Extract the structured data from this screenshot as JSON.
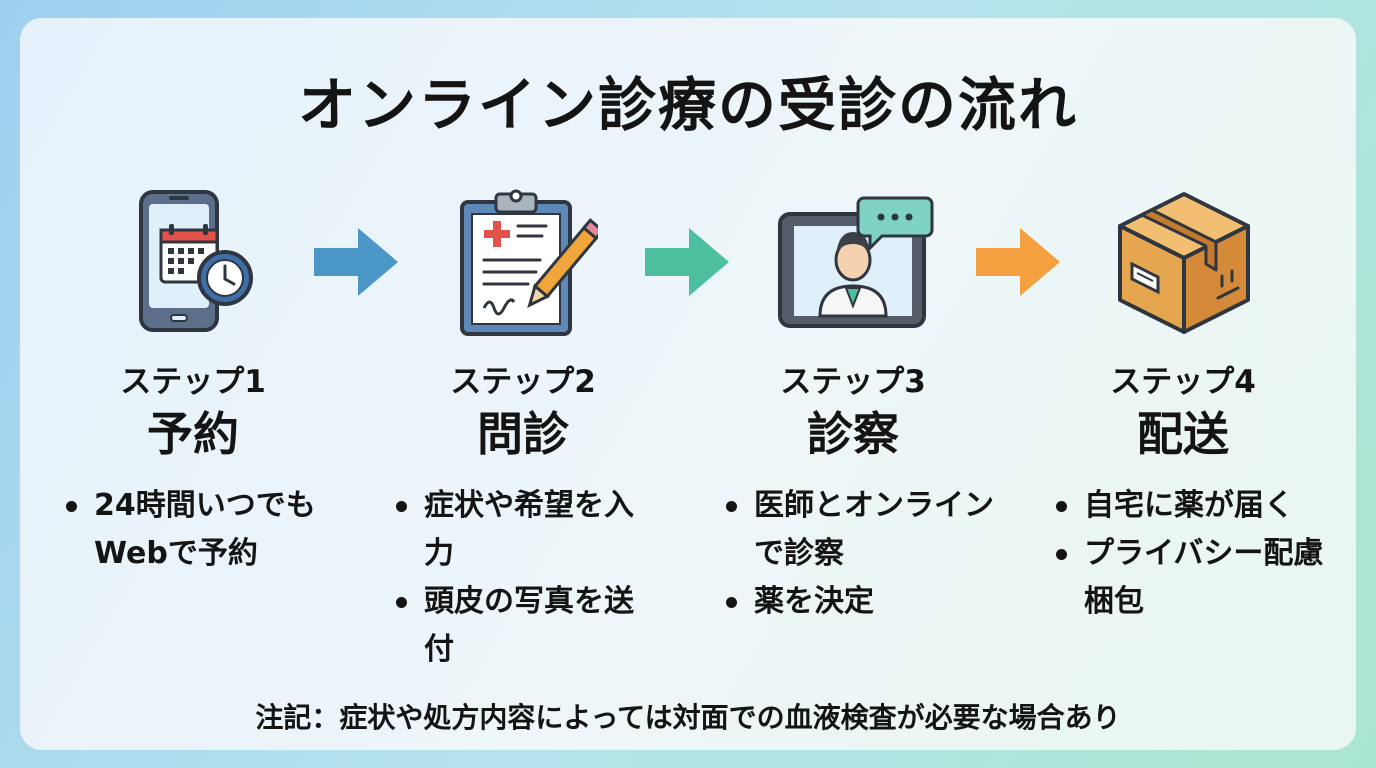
{
  "title": "オンライン診療の受診の流れ",
  "steps": [
    {
      "label": "ステップ1",
      "name": "予約",
      "icon": "smartphone-calendar-clock-icon",
      "bullets": [
        "24時間いつでもWebで予約"
      ]
    },
    {
      "label": "ステップ2",
      "name": "問診",
      "icon": "clipboard-pencil-icon",
      "bullets": [
        "症状や希望を入力",
        "頭皮の写真を送付"
      ]
    },
    {
      "label": "ステップ3",
      "name": "診察",
      "icon": "tablet-doctor-chat-icon",
      "bullets": [
        "医師とオンラインで診察",
        "薬を決定"
      ]
    },
    {
      "label": "ステップ4",
      "name": "配送",
      "icon": "package-box-icon",
      "bullets": [
        "自宅に薬が届く",
        "プライバシー配慮梱包"
      ]
    }
  ],
  "arrows": [
    {
      "icon": "arrow-right-icon",
      "color": "#4b97c8"
    },
    {
      "icon": "arrow-right-icon",
      "color": "#4dbf9c"
    },
    {
      "icon": "arrow-right-icon",
      "color": "#f4a040"
    }
  ],
  "note": "注記：症状や処方内容によっては対面での血液検査が必要な場合あり",
  "colors": {
    "text": "#141414",
    "icon_outline": "#3a4048",
    "step1_arrow": "#4b97c8",
    "step2_arrow": "#4dbf9c",
    "step3_arrow": "#f4a040"
  }
}
